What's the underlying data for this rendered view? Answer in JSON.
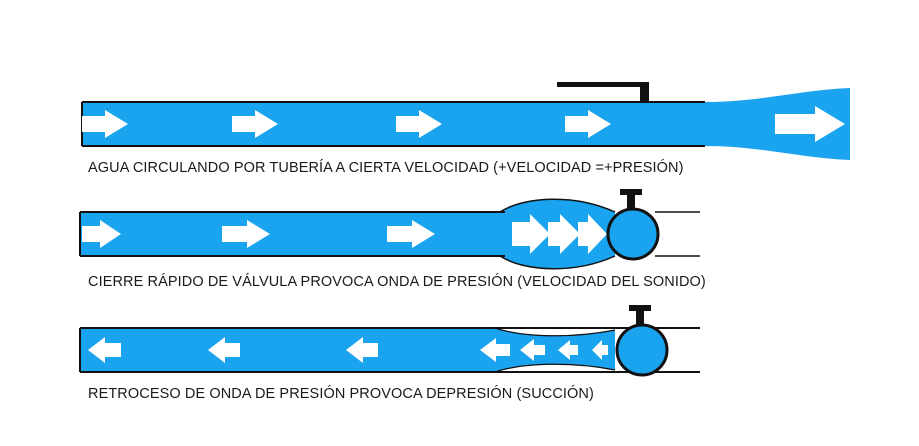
{
  "colors": {
    "water": "#1aa3ef",
    "pipe_wall": "#111111",
    "arrow": "#ffffff",
    "valve_handle": "#111111",
    "background": "#ffffff"
  },
  "panels": [
    {
      "caption": "AGUA CIRCULANDO POR TUBERÍA A CIERTA VELOCIDAD (+VELOCIDAD =+PRESIÓN)",
      "state": "flowing",
      "arrow_direction": "right",
      "valve": "open"
    },
    {
      "caption": "CIERRE RÁPIDO DE VÁLVULA PROVOCA ONDA DE PRESIÓN (VELOCIDAD DEL SONIDO)",
      "state": "pressure-wave",
      "arrow_direction": "right",
      "valve": "closed"
    },
    {
      "caption": "RETROCESO DE ONDA DE PRESIÓN PROVOCA DEPRESIÓN (SUCCIÓN)",
      "state": "suction",
      "arrow_direction": "left",
      "valve": "closed"
    }
  ],
  "icons": {
    "flow_arrow": "arrow-right-icon",
    "return_arrow": "arrow-left-icon",
    "valve": "valve-icon"
  }
}
